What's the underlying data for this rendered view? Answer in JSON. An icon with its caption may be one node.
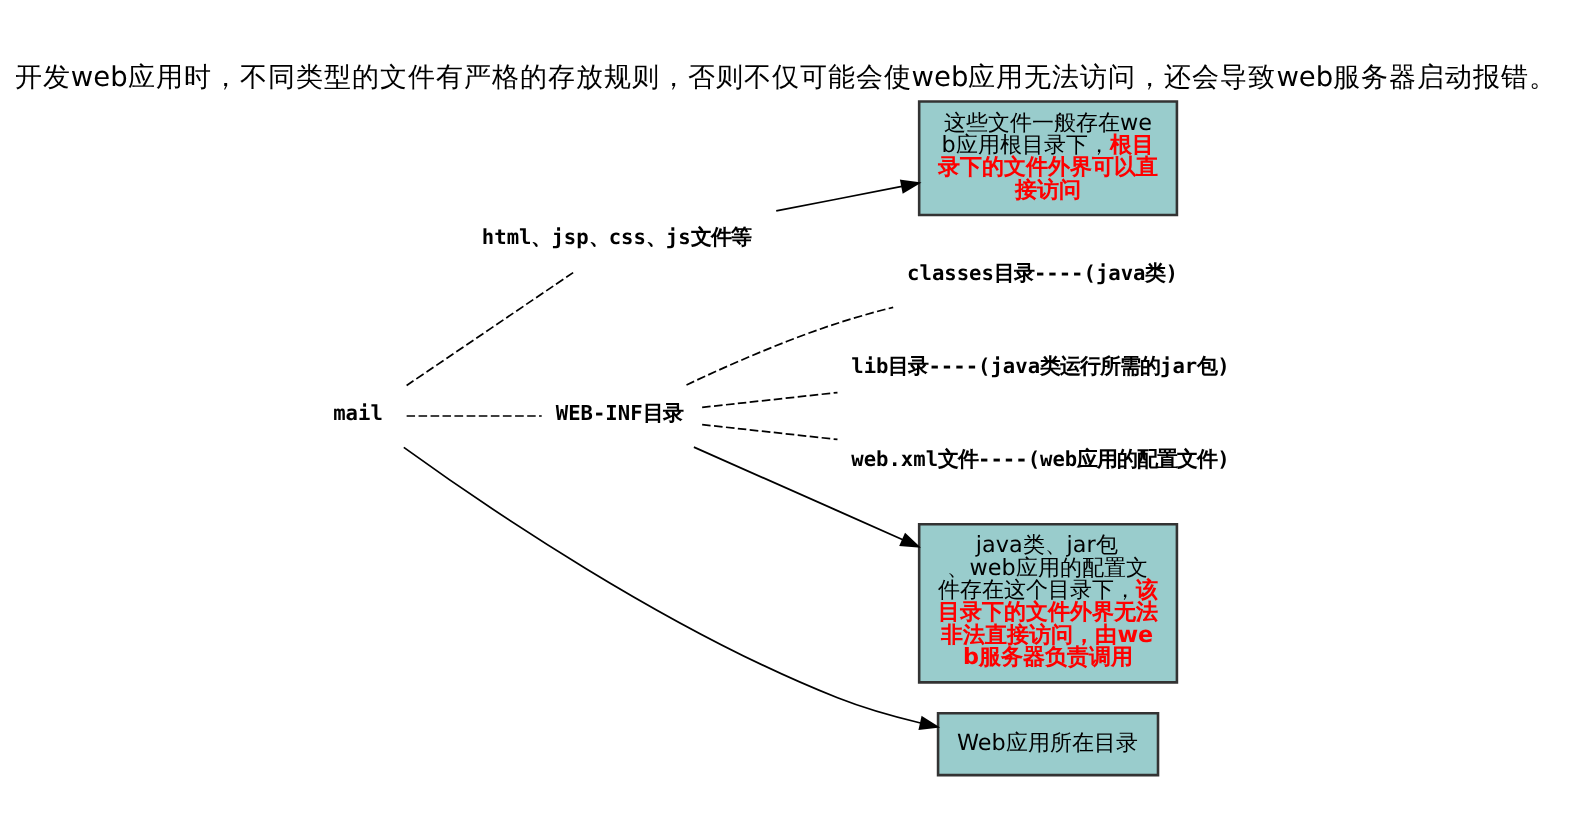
{
  "diagram": {
    "title": "开发web应用时，不同类型的文件有严格的存放规则，否则不仅可能会使web应用无法访问，还会导致web服务器启动报错。",
    "nodes": [
      {
        "text": [
          "mail"
        ]
      },
      {
        "text": [
          "html、jsp、css、js文件等"
        ]
      },
      {
        "text": [
          "WEB-INF目录"
        ]
      },
      {
        "text": [
          "classes目录----(java类)"
        ]
      },
      {
        "text": [
          "lib目录----(java类运行所需的jar包)"
        ]
      },
      {
        "text": [
          "web.xml文件----(web应用的配置文件)"
        ]
      },
      {
        "text": [
          "Web应用所在目录"
        ]
      },
      {
        "text": [
          "这些文件一般存在web应用根目录下，**根目录下的文件外界可以直接访问**"
        ]
      },
      {
        "text": [
          "java类、jar包、web应用的配置文件存在这个目录下，**该目录下的文件外界无法非法直接访问，由web服务器负责调用**"
        ]
      }
    ],
    "edges": [
      {
        "from": 0,
        "to": 1,
        "arrow": "none",
        "style": "dashed"
      },
      {
        "from": 0,
        "to": 2,
        "arrow": "none",
        "style": "dashed"
      },
      {
        "from": 2,
        "to": 3,
        "arrow": "none",
        "style": "dashed"
      },
      {
        "from": 2,
        "to": 4,
        "arrow": "none",
        "style": "dashed"
      },
      {
        "from": 2,
        "to": 5,
        "arrow": "none",
        "style": "dashed"
      },
      {
        "from": 0,
        "to": 6,
        "arrow": "to"
      },
      {
        "from": 1,
        "to": 7,
        "arrow": "to"
      },
      {
        "from": 2,
        "to": 8,
        "arrow": "to"
      }
    ]
  }
}
